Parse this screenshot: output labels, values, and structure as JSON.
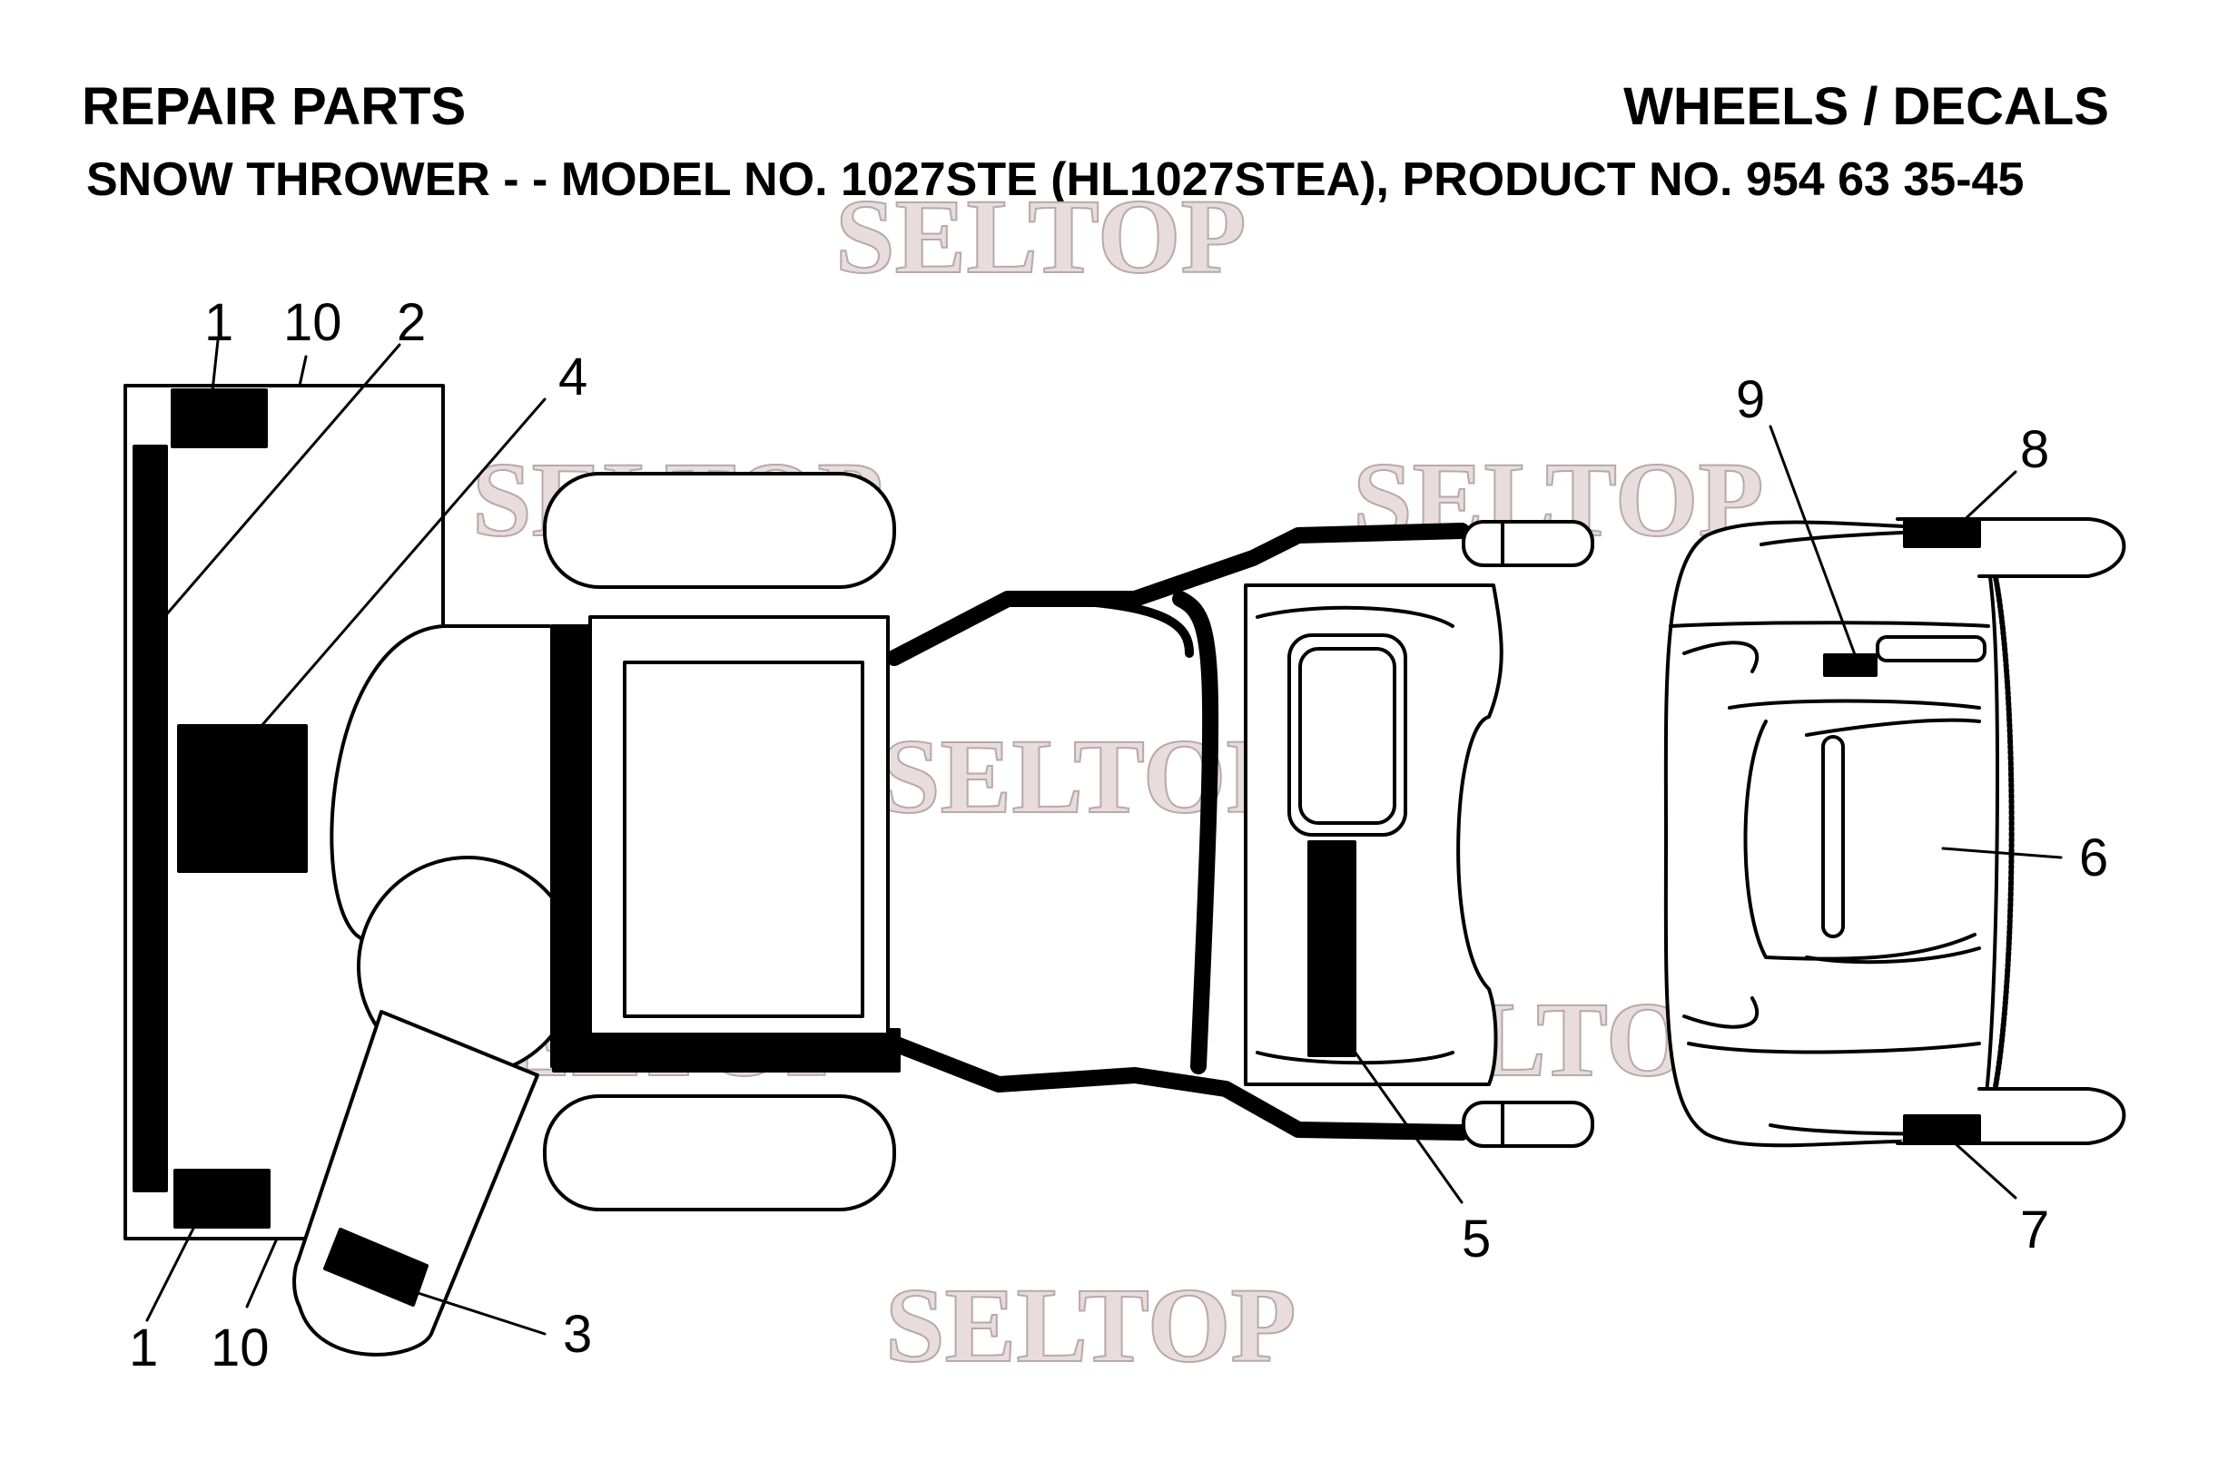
{
  "header": {
    "title_left": "REPAIR PARTS",
    "title_right": "WHEELS / DECALS",
    "subtitle": "SNOW THROWER - - MODEL NO. 1027STE (HL1027STEA), PRODUCT NO. 954 63 35-45"
  },
  "watermark": "SELTOP",
  "callouts": [
    "1",
    "10",
    "2",
    "4",
    "1",
    "10",
    "3",
    "9",
    "8",
    "6",
    "5",
    "7"
  ]
}
